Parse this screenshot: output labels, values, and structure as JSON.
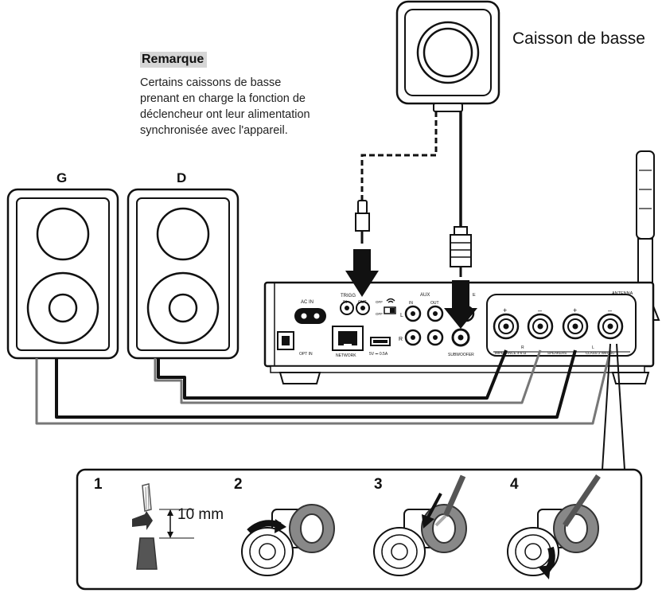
{
  "subwoofer": {
    "label": "Caisson de basse"
  },
  "note": {
    "title": "Remarque",
    "lines": [
      "Certains caissons de basse",
      "prenant en charge la fonction de",
      "déclencheur ont leur alimentation",
      "synchronisée avec l'appareil."
    ]
  },
  "speakers": {
    "left_label": "G",
    "right_label": "D"
  },
  "panel": {
    "ac_in": "AC IN",
    "trigger": "TRIGG",
    "trigger_in": "IN",
    "trigger_out": "OUT",
    "aux": "AUX",
    "aux_in": "IN",
    "aux_out": "OUT",
    "switch_off_1": "OFF",
    "switch_off_2": "OFF",
    "optical": "OPT IN",
    "network": "NETWORK",
    "usb": "5V ⎓ 0.5A",
    "subwoofer_out": "SUBWOOFER",
    "antenna": "ANTENNA",
    "speakers_text": "SPEAKERS",
    "impedance": "IMPEDANCE 4-8 Ω",
    "class": "CLASS 2 WIRING",
    "r_mark": "R",
    "l_mark": "L",
    "aux_l": "L",
    "aux_r": "R",
    "sub_r": "R",
    "sub_e": "E",
    "plus": "+",
    "minus": "–"
  },
  "steps": [
    {
      "number": "1"
    },
    {
      "number": "2"
    },
    {
      "number": "3"
    },
    {
      "number": "4"
    }
  ],
  "strip_length": "10 mm"
}
